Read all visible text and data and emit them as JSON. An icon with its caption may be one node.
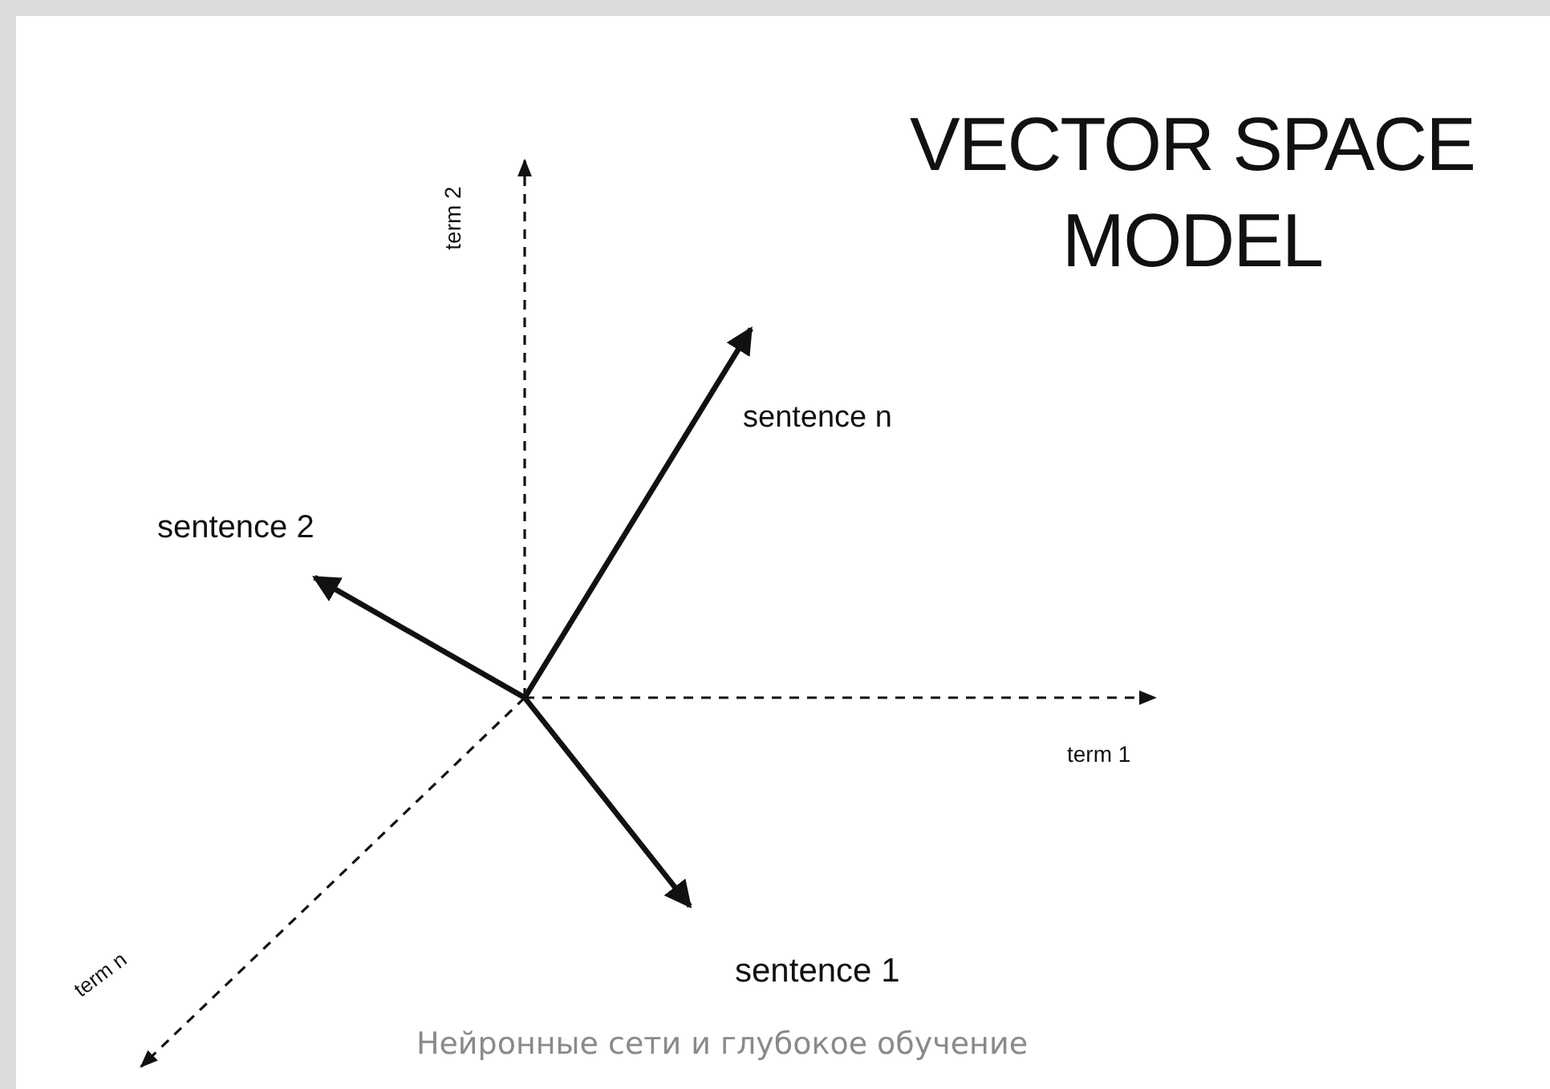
{
  "diagram": {
    "title": "VECTOR SPACE MODEL",
    "caption": "Нейронные сети и глубокое обучение",
    "nodes": [
      {
        "text": [
          "sentence n"
        ]
      },
      {
        "text": [
          "sentence 2"
        ]
      },
      {
        "text": [
          "sentence 1"
        ]
      }
    ],
    "edges": [
      {
        "from": null,
        "to": 0,
        "arrow": "to"
      },
      {
        "from": null,
        "to": 1,
        "arrow": "to"
      },
      {
        "from": null,
        "to": 2,
        "arrow": "to"
      }
    ],
    "labels": [
      "term 2",
      "term 1",
      "term n"
    ]
  }
}
